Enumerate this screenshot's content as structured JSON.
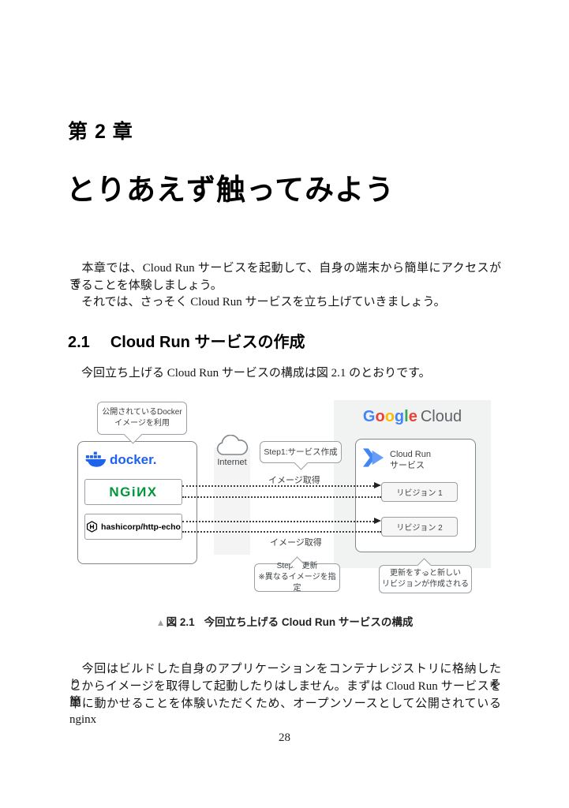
{
  "page": {
    "chapter": "第 2 章",
    "title": "とりあえず触ってみよう",
    "number": "28"
  },
  "intro": {
    "lines": [
      "　本章では、Cloud Run サービスを起動して、自身の端末から簡単にアクセスがで",
      "きることを体験しましょう。",
      "　それでは、さっそく Cloud Run サービスを立ち上げていきましょう。"
    ]
  },
  "section": {
    "number": "2.1",
    "title": "Cloud Run サービスの作成",
    "lead": "　今回立ち上げる Cloud Run サービスの構成は図 2.1 のとおりです。"
  },
  "figure": {
    "caption": {
      "marker": "▲",
      "label": "図 2.1",
      "text": "今回立ち上げる Cloud Run サービスの構成"
    },
    "docker_callout": {
      "line1": "公開されているDocker",
      "line2": "イメージを利用"
    },
    "docker_wordmark": "docker.",
    "nginx_label": "NGiИX",
    "hashicorp_label": "hashicorp/http-echo",
    "internet_label": "Internet",
    "step1_callout": "Step1:サービス作成",
    "image_fetch_top": "イメージ取得",
    "image_fetch_bottom": "イメージ取得",
    "step2_callout": {
      "line1": "Step2: 更新",
      "line2": "※異なるイメージを指定"
    },
    "google_logo": {
      "letters": [
        "G",
        "o",
        "o",
        "g",
        "l",
        "e"
      ],
      "cloud": "Cloud"
    },
    "cloud_run": {
      "line1": "Cloud Run",
      "line2": "サービス"
    },
    "revision1": "リビジョン 1",
    "revision2": "リビジョン 2",
    "update_callout": {
      "line1": "更新をすると新しい",
      "line2": "リビジョンが作成される"
    }
  },
  "outro": {
    "lines": [
      "　今回はビルドした自身のアプリケーションをコンテナレジストリに格納したり、そ",
      "こからイメージを取得して起動したりはしません。まずは Cloud Run サービスを簡",
      "単に動かせることを体験いただくため、オープンソースとして公開されている nginx"
    ]
  },
  "colors": {
    "docker_blue": "#1D63ED",
    "nginx_green": "#009639",
    "google_blue": "#4285F4",
    "google_red": "#EA4335",
    "google_yellow": "#FBBC04",
    "google_green": "#34A853",
    "google_gray": "#5F6368",
    "cloud_run_dark": "#4285F4",
    "cloud_run_light": "#669DF6",
    "gcp_area_gray": "#F1F3F3"
  }
}
